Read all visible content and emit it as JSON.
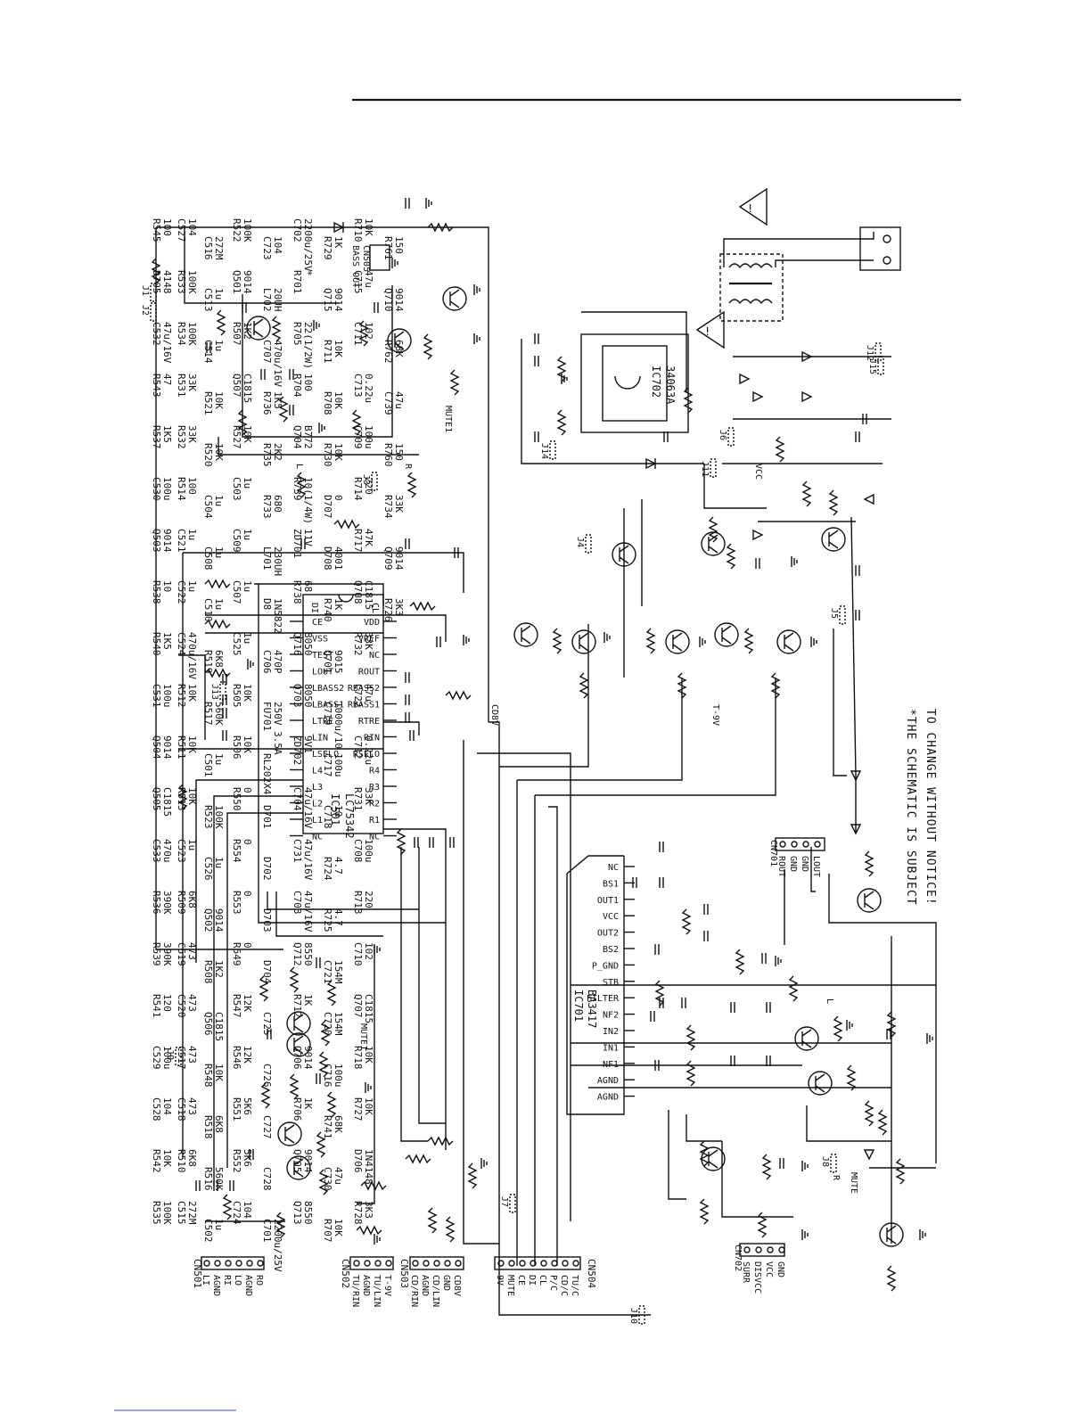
{
  "note": {
    "line1": "*THE SCHEMATIC IS SUBJECT",
    "line2": "TO CHANGE WITHOUT NOTICE!"
  },
  "ics": {
    "ic501": {
      "ref": "IC501",
      "part": "LC75342",
      "left_pins": [
        "CE",
        "VSS",
        "TEST",
        "LOUT",
        "LBASS2",
        "LBASS1",
        "LTRE",
        "LIN",
        "LSELO",
        "L4",
        "L3",
        "L2",
        "L1",
        "NC"
      ],
      "right_pins": [
        "VDD",
        "VREF",
        "NC",
        "ROUT",
        "RBASS2",
        "RBASS1",
        "RTRE",
        "RIN",
        "RSELO",
        "R4",
        "R3",
        "R2",
        "R1",
        "NC"
      ],
      "top_pins": [
        "DI",
        "CL"
      ]
    },
    "ic701": {
      "ref": "IC701",
      "part": "BA3417",
      "pins": [
        "NC",
        "BS1",
        "OUT1",
        "VCC",
        "OUT2",
        "BS2",
        "P_GND",
        "STB",
        "FILTER",
        "NF2",
        "IN2",
        "IN1",
        "NF1",
        "AGND",
        "AGND"
      ]
    },
    "ic702": {
      "ref": "IC702",
      "part": "34063A"
    }
  },
  "connectors": {
    "cn501": {
      "ref": "CN501",
      "pins": [
        "LI",
        "AGND",
        "RI",
        "LO",
        "AGND",
        "RO"
      ]
    },
    "cn502": {
      "ref": "CN502",
      "pins": [
        "TU/RIN",
        "AGND",
        "TU/LIN",
        "T-9V"
      ]
    },
    "cn503": {
      "ref": "CN503",
      "pins": [
        "CD/RIN",
        "AGND",
        "CD/LIN",
        "GND",
        "CD8V"
      ]
    },
    "cn504": {
      "ref": "CN504",
      "pins": [
        "9V",
        "MUTE",
        "CE",
        "DI",
        "CL",
        "P/C",
        "CD/C",
        "TU/C"
      ]
    },
    "cn701": {
      "ref": "CN701",
      "pins": [
        "ROUT",
        "GND",
        "GND",
        "LOUT"
      ]
    },
    "cn702": {
      "ref": "CN702",
      "pins": [
        "SURR",
        "DISVCC",
        "VCC",
        "GND"
      ]
    },
    "bass_out": {
      "ref": "CN505",
      "label": "BASS OUT"
    }
  },
  "components": [
    {
      "ref": "R545",
      "value": "100"
    },
    {
      "ref": "D705",
      "value": "4148"
    },
    {
      "ref": "C532",
      "value": "47u/16V"
    },
    {
      "ref": "R543",
      "value": "47"
    },
    {
      "ref": "R537",
      "value": "1K5"
    },
    {
      "ref": "C530",
      "value": "100u"
    },
    {
      "ref": "Q503",
      "value": "9014"
    },
    {
      "ref": "R538",
      "value": "10"
    },
    {
      "ref": "R540",
      "value": "1K5"
    },
    {
      "ref": "C531",
      "value": "100u"
    },
    {
      "ref": "Q504",
      "value": "9014"
    },
    {
      "ref": "Q505",
      "value": "C1815"
    },
    {
      "ref": "C533",
      "value": "470u"
    },
    {
      "ref": "R536",
      "value": "390K"
    },
    {
      "ref": "R539",
      "value": "390K"
    },
    {
      "ref": "R541",
      "value": "120"
    },
    {
      "ref": "C529",
      "value": "100u"
    },
    {
      "ref": "C528",
      "value": "104"
    },
    {
      "ref": "R542",
      "value": "10K"
    },
    {
      "ref": "R535",
      "value": "100K"
    },
    {
      "ref": "C527",
      "value": "104"
    },
    {
      "ref": "R533",
      "value": "100K"
    },
    {
      "ref": "R534",
      "value": "100K"
    },
    {
      "ref": "R531",
      "value": "33K"
    },
    {
      "ref": "R532",
      "value": "33K"
    },
    {
      "ref": "R514",
      "value": "100"
    },
    {
      "ref": "C521",
      "value": "1u"
    },
    {
      "ref": "C522",
      "value": "1u"
    },
    {
      "ref": "C524",
      "value": "470u/16V"
    },
    {
      "ref": "R512",
      "value": "10K"
    },
    {
      "ref": "R511",
      "value": "10K"
    },
    {
      "ref": "R513",
      "value": "10K"
    },
    {
      "ref": "C523",
      "value": "1u"
    },
    {
      "ref": "R509",
      "value": "6K8"
    },
    {
      "ref": "C519",
      "value": "473"
    },
    {
      "ref": "C520",
      "value": "473"
    },
    {
      "ref": "C517",
      "value": "473"
    },
    {
      "ref": "C518",
      "value": "473"
    },
    {
      "ref": "R510",
      "value": "6K8"
    },
    {
      "ref": "C515",
      "value": "272M"
    },
    {
      "ref": "C516",
      "value": "272M"
    },
    {
      "ref": "C513",
      "value": "1u"
    },
    {
      "ref": "C514",
      "value": "1u"
    },
    {
      "ref": "R521",
      "value": "10K"
    },
    {
      "ref": "R520",
      "value": "10K"
    },
    {
      "ref": "C504",
      "value": "1u"
    },
    {
      "ref": "C508",
      "value": "1u"
    },
    {
      "ref": "C510",
      "value": "1u"
    },
    {
      "ref": "R519",
      "value": "6K8"
    },
    {
      "ref": "R517",
      "value": "560K"
    },
    {
      "ref": "C501",
      "value": "1u"
    },
    {
      "ref": "R523",
      "value": "100K"
    },
    {
      "ref": "C526",
      "value": "1u"
    },
    {
      "ref": "Q502",
      "value": "9014"
    },
    {
      "ref": "R508",
      "value": "1K2"
    },
    {
      "ref": "Q506",
      "value": "C1815"
    },
    {
      "ref": "R548",
      "value": "10K"
    },
    {
      "ref": "R518",
      "value": "6K8"
    },
    {
      "ref": "R516",
      "value": "560K"
    },
    {
      "ref": "C502",
      "value": "1u"
    },
    {
      "ref": "R522",
      "value": "100K"
    },
    {
      "ref": "Q501",
      "value": "9014"
    },
    {
      "ref": "R507",
      "value": "1K2"
    },
    {
      "ref": "Q507",
      "value": "C1815"
    },
    {
      "ref": "R527",
      "value": "10K"
    },
    {
      "ref": "C503",
      "value": "1u"
    },
    {
      "ref": "C509",
      "value": "1u"
    },
    {
      "ref": "C507",
      "value": "1u"
    },
    {
      "ref": "C525",
      "value": "1u"
    },
    {
      "ref": "R505",
      "value": "10K"
    },
    {
      "ref": "R506",
      "value": "10K"
    },
    {
      "ref": "R550",
      "value": "0"
    },
    {
      "ref": "R554",
      "value": "0"
    },
    {
      "ref": "R553",
      "value": "0"
    },
    {
      "ref": "R549",
      "value": "0"
    },
    {
      "ref": "R547",
      "value": "12K"
    },
    {
      "ref": "R546",
      "value": "12K"
    },
    {
      "ref": "R551",
      "value": "5K6"
    },
    {
      "ref": "R552",
      "value": "5K6"
    },
    {
      "ref": "C724",
      "value": "104"
    },
    {
      "ref": "C723",
      "value": "104"
    },
    {
      "ref": "L702",
      "value": "20UH"
    },
    {
      "ref": "C707",
      "value": "470u/16V"
    },
    {
      "ref": "R736",
      "value": "1K5"
    },
    {
      "ref": "R735",
      "value": "2K2"
    },
    {
      "ref": "R733",
      "value": "680"
    },
    {
      "ref": "L701",
      "value": "230UH"
    },
    {
      "ref": "D8",
      "value": "1N5822"
    },
    {
      "ref": "C706",
      "value": "470P"
    },
    {
      "ref": "FU701",
      "value": "250V 3.5A"
    },
    {
      "ref": "RL202X4",
      "value": ""
    },
    {
      "ref": "D701",
      "value": ""
    },
    {
      "ref": "D702",
      "value": ""
    },
    {
      "ref": "D703",
      "value": ""
    },
    {
      "ref": "D704",
      "value": ""
    },
    {
      "ref": "C725",
      "value": ""
    },
    {
      "ref": "C726",
      "value": ""
    },
    {
      "ref": "C727",
      "value": ""
    },
    {
      "ref": "C728",
      "value": ""
    },
    {
      "ref": "C701",
      "value": "2200u/25V"
    },
    {
      "ref": "C702",
      "value": "2200u/25V"
    },
    {
      "ref": "R701",
      "value": "*"
    },
    {
      "ref": "R705",
      "value": "22(1/2W)"
    },
    {
      "ref": "R704",
      "value": "100"
    },
    {
      "ref": "Q704",
      "value": "B772"
    },
    {
      "ref": "R739",
      "value": "10(1/4W)"
    },
    {
      "ref": "ZD701",
      "value": "11V"
    },
    {
      "ref": "R738",
      "value": "68"
    },
    {
      "ref": "Q716",
      "value": "8050"
    },
    {
      "ref": "Q703",
      "value": "8050"
    },
    {
      "ref": "ZD702",
      "value": "9V1"
    },
    {
      "ref": "C704",
      "value": "47u/16V"
    },
    {
      "ref": "C731",
      "value": "47u/16V"
    },
    {
      "ref": "C703",
      "value": "47u/16V"
    },
    {
      "ref": "Q712",
      "value": "8550"
    },
    {
      "ref": "R712",
      "value": "1K"
    },
    {
      "ref": "Q706",
      "value": "9014"
    },
    {
      "ref": "R706",
      "value": "1K"
    },
    {
      "ref": "Q705",
      "value": "9014"
    },
    {
      "ref": "Q713",
      "value": "8550"
    },
    {
      "ref": "R729",
      "value": "1K"
    },
    {
      "ref": "Q715",
      "value": "9014"
    },
    {
      "ref": "R711",
      "value": "10K"
    },
    {
      "ref": "R708",
      "value": "10K"
    },
    {
      "ref": "R730",
      "value": "10K"
    },
    {
      "ref": "D707",
      "value": "0"
    },
    {
      "ref": "D708",
      "value": "4001"
    },
    {
      "ref": "R740",
      "value": "1K"
    },
    {
      "ref": "Q701",
      "value": "9015"
    },
    {
      "ref": "C719",
      "value": "1000u/10"
    },
    {
      "ref": "C717",
      "value": "100u"
    },
    {
      "ref": "C718",
      "value": "10"
    },
    {
      "ref": "R724",
      "value": "4.7"
    },
    {
      "ref": "R725",
      "value": "4.7"
    },
    {
      "ref": "C721",
      "value": "154M"
    },
    {
      "ref": "C720",
      "value": "154M"
    },
    {
      "ref": "C716",
      "value": "100u"
    },
    {
      "ref": "R741",
      "value": "68K"
    },
    {
      "ref": "C730",
      "value": "47u"
    },
    {
      "ref": "R707",
      "value": "10K"
    },
    {
      "ref": "R710",
      "value": "10K"
    },
    {
      "ref": "C715",
      "value": "47u"
    },
    {
      "ref": "C711",
      "value": "102"
    },
    {
      "ref": "C713",
      "value": "0.22u"
    },
    {
      "ref": "C709",
      "value": "100u"
    },
    {
      "ref": "R714",
      "value": "220"
    },
    {
      "ref": "R717",
      "value": "47K"
    },
    {
      "ref": "Q708",
      "value": "C1815"
    },
    {
      "ref": "R732",
      "value": "33K"
    },
    {
      "ref": "C722",
      "value": "47u"
    },
    {
      "ref": "C712",
      "value": "0.22u"
    },
    {
      "ref": "R731",
      "value": "33K"
    },
    {
      "ref": "C708",
      "value": "100u"
    },
    {
      "ref": "R713",
      "value": "220"
    },
    {
      "ref": "C710",
      "value": "102"
    },
    {
      "ref": "Q707",
      "value": "C1815"
    },
    {
      "ref": "R718",
      "value": "10K"
    },
    {
      "ref": "R727",
      "value": "10K"
    },
    {
      "ref": "D706",
      "value": "1N4148"
    },
    {
      "ref": "R728",
      "value": "3K3"
    },
    {
      "ref": "R761",
      "value": "150"
    },
    {
      "ref": "Q710",
      "value": "9014"
    },
    {
      "ref": "R762",
      "value": "68K"
    },
    {
      "ref": "C739",
      "value": "47u"
    },
    {
      "ref": "R760",
      "value": "150"
    },
    {
      "ref": "R734",
      "value": "33K"
    },
    {
      "ref": "Q709",
      "value": "9014"
    },
    {
      "ref": "R726",
      "value": "3K3"
    }
  ],
  "nets": {
    "mute": "MUTE1",
    "mute2": "MUTE",
    "cd8v": "CD8V",
    "t9v": "T-9V",
    "vcc": "VCC",
    "left": "L",
    "right": "R",
    "surr_l": "L",
    "surr_r": "R"
  },
  "jumpers": [
    "J1",
    "J2",
    "J3",
    "J4",
    "J5",
    "J6",
    "J7",
    "J8",
    "J9",
    "J10",
    "J11",
    "J12",
    "J13",
    "J14",
    "J15"
  ]
}
